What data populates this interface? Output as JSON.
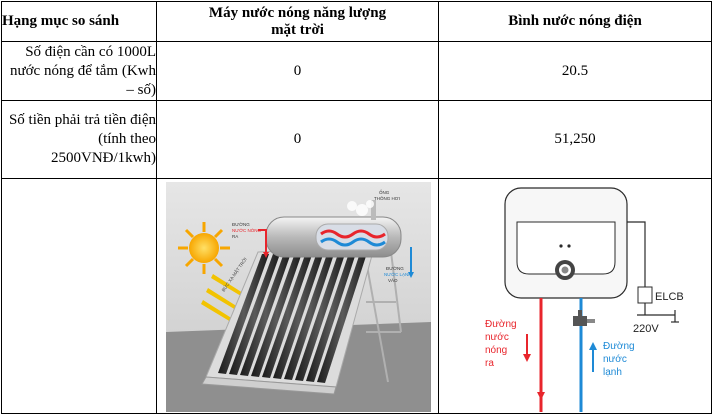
{
  "headers": {
    "col1": "Hạng mục so sánh",
    "col2": "Máy nước nóng năng lượng mặt trời",
    "col3": "Bình nước nóng điện"
  },
  "rows": [
    {
      "label": "Số điện cần có 1000L nước nóng để tắm (Kwh – số)",
      "solar": "0",
      "electric": "20.5"
    },
    {
      "label": "Số tiền phải trả tiền điện (tính theo 2500VNĐ/1kwh)",
      "solar": "0",
      "electric": "51,250"
    }
  ],
  "solar_diagram": {
    "vent_label_line1": "ỐNG",
    "vent_label_line2": "THÔNG HƠI",
    "hot_out_line1": "ĐƯỜNG",
    "hot_out_line2": "NƯỚC NÓNG",
    "hot_out_line3": "RA",
    "cold_in_line1": "ĐƯỜNG",
    "cold_in_line2": "NƯỚC LẠNH",
    "cold_in_line3": "VÀO",
    "sun_rays_label": "BỨC XẠ MẶT TRỜI"
  },
  "electric_diagram": {
    "elcb_label": "ELCB",
    "voltage_label": "220V",
    "hot_line1": "Đường",
    "hot_line2": "nước",
    "hot_line3": "nóng",
    "hot_line4": "ra",
    "cold_line1": "Đường",
    "cold_line2": "nước",
    "cold_line3": "lạnh"
  },
  "colors": {
    "hot": "#e8252c",
    "cold": "#1e8ad6",
    "sun": "#f7a600",
    "rays": "#f2c300"
  }
}
